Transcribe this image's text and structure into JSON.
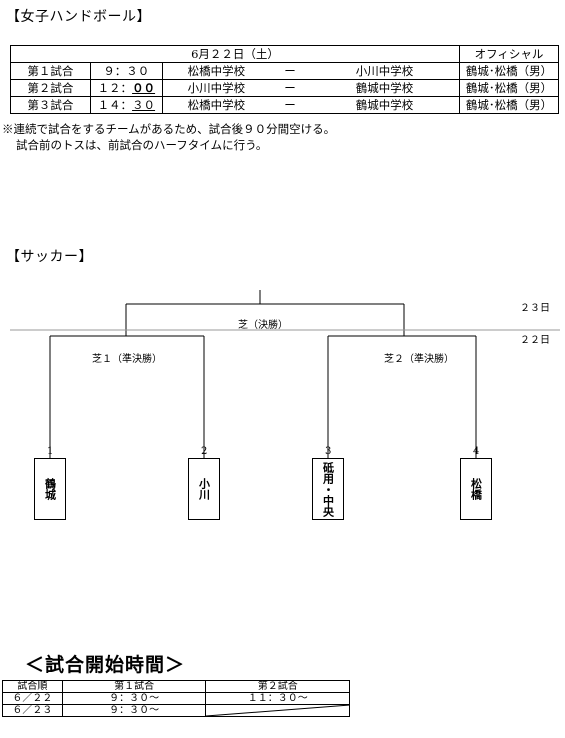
{
  "handball": {
    "title": "【女子ハンドボール】",
    "header_date": "6月２２日（土）",
    "header_official": "オフィシャル",
    "rows": [
      {
        "game": "第１試合",
        "time_pre": "",
        "time_main": "９：３０",
        "time_underline": "",
        "school_a": "松橋中学校",
        "dash": "ー",
        "school_b": "小川中学校",
        "official": "鶴城･松橋（男）"
      },
      {
        "game": "第２試合",
        "time_pre": "１２：",
        "time_main": "",
        "time_underline": "００",
        "school_a": "小川中学校",
        "dash": "ー",
        "school_b": "鶴城中学校",
        "official": "鶴城･松橋（男）"
      },
      {
        "game": "第３試合",
        "time_pre": "１４：",
        "time_main": "",
        "time_underline": "３０",
        "school_a": "松橋中学校",
        "dash": "ー",
        "school_b": "鶴城中学校",
        "official": "鶴城･松橋（男）"
      }
    ],
    "note1": "※連続で試合をするチームがあるため、試合後９０分間空ける。",
    "note2": "試合前のトスは、前試合のハーフタイムに行う。"
  },
  "soccer": {
    "title": "【サッカー】",
    "final_label": "芝（決勝）",
    "semi1_label": "芝１（準決勝）",
    "semi2_label": "芝２（準決勝）",
    "day23": "２３日",
    "day22": "２２日",
    "teams": [
      {
        "num": "1",
        "name": "鶴城"
      },
      {
        "num": "2",
        "name": "小川"
      },
      {
        "num": "3",
        "name": "砥用・中央"
      },
      {
        "num": "4",
        "name": "松橋"
      }
    ]
  },
  "start_times": {
    "title": "＜試合開始時間＞",
    "headers": [
      "試合順",
      "第１試合",
      "第２試合"
    ],
    "rows": [
      {
        "date": "６／２２",
        "g1": "９：３０～",
        "g2": "１１：３０～"
      },
      {
        "date": "６／２３",
        "g1": "９：３０～",
        "g2": ""
      }
    ]
  }
}
